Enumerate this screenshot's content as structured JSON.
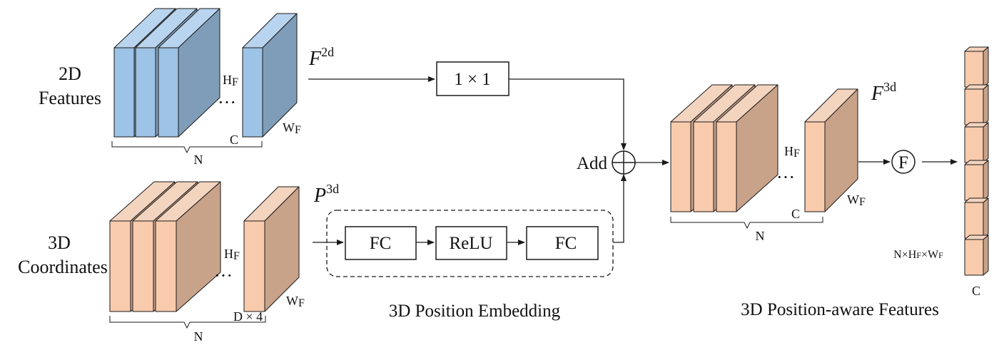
{
  "colors": {
    "blue_front": "#9dc3e6",
    "blue_top": "#b9d4ee",
    "blue_side": "#7f9db8",
    "peach_front": "#f8cbad",
    "peach_top": "#f3d4bf",
    "peach_side": "#c9a28a",
    "stroke": "#1a1a1a"
  },
  "features2d": {
    "label_line1": "2D",
    "label_line2": "Features",
    "symbol": "F",
    "symbol_sup": "2d",
    "dots": "···",
    "h": "H",
    "h_sub": "F",
    "w": "W",
    "w_sub": "F",
    "c": "C",
    "n": "N"
  },
  "coords3d": {
    "label_line1": "3D",
    "label_line2": "Coordinates",
    "symbol": "P",
    "symbol_sup": "3d",
    "dots": "···",
    "h": "H",
    "h_sub": "F",
    "w": "W",
    "w_sub": "F",
    "d4": "D × 4",
    "n": "N"
  },
  "conv": {
    "label": "1 × 1"
  },
  "embedding": {
    "fc1": "FC",
    "relu": "ReLU",
    "fc2": "FC",
    "caption": "3D Position Embedding"
  },
  "add": {
    "label": "Add"
  },
  "features3d": {
    "symbol": "F",
    "symbol_sup": "3d",
    "dots": "···",
    "h": "H",
    "h_sub": "F",
    "w": "W",
    "w_sub": "F",
    "c": "C",
    "n": "N",
    "caption": "3D Position-aware Features"
  },
  "flatten": {
    "label": "F",
    "output_shape_n": "N",
    "output_shape_h": "H",
    "output_shape_h_sub": "F",
    "output_shape_w": "W",
    "output_shape_w_sub": "F",
    "times": "×",
    "c": "C"
  }
}
